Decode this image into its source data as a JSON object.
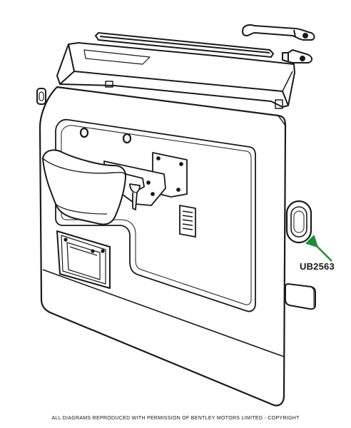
{
  "diagram": {
    "part_code": "UB2563",
    "copyright": "ALL DIAGRAMS REPRODUCED WITH PERMISSION OF BENTLEY MOTORS LIMITED - COPYRIGHT",
    "colors": {
      "ink": "#1a1a1a",
      "paper": "#ffffff",
      "arrow": "#1e8c3a"
    },
    "parts": [
      "door-trim-panel",
      "top-capping-rail",
      "window-seal-strip",
      "pull-handle",
      "door-handle-escutcheon",
      "map-pocket",
      "mounting-bracket",
      "speaker-grille",
      "ashtray-housing",
      "trim-clip",
      "oval-escutcheon",
      "end-cap"
    ]
  }
}
